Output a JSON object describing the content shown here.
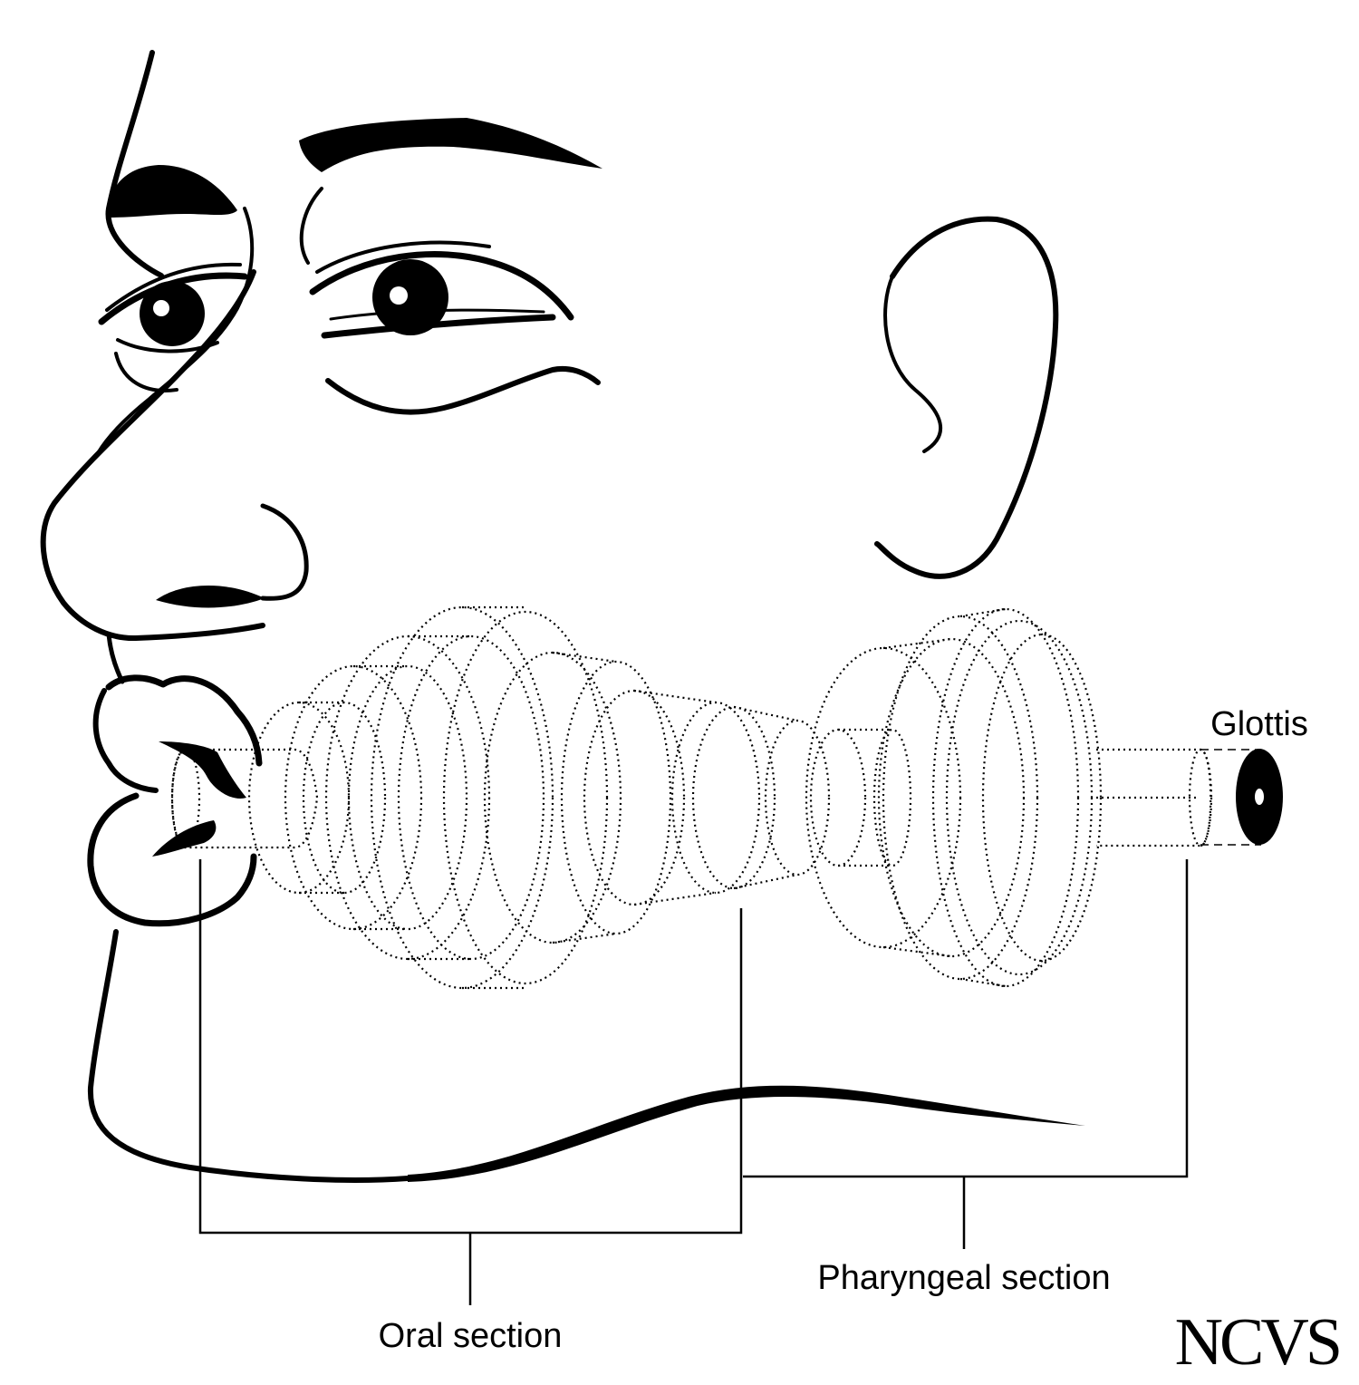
{
  "labels": {
    "glottis": "Glottis",
    "oral_section": "Oral section",
    "pharyngeal_section": "Pharyngeal section"
  },
  "logo_text": "NCVS",
  "colors": {
    "ink": "#000000",
    "background": "#ffffff"
  }
}
